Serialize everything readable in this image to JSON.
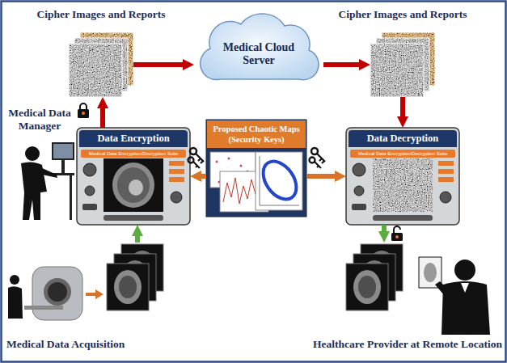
{
  "diagram": {
    "nodes": [
      {
        "text": [
          "Cipher Images and Reports"
        ]
      },
      {
        "text": [
          "Medical Cloud Server"
        ]
      },
      {
        "text": [
          "Cipher Images and Reports"
        ]
      },
      {
        "text": [
          "Data Encryption",
          "Medical Data Encryption/Decryption Suite"
        ]
      },
      {
        "text": [
          "Proposed Chaotic Maps (Security Keys)"
        ]
      },
      {
        "text": [
          "Data Decryption",
          "Medical Data Encryption/Decryption Suite"
        ]
      },
      {
        "text": [
          "Medical Data Acquisition"
        ]
      },
      {
        "text": [
          "Healthcare Provider at Remote Location"
        ]
      }
    ],
    "edges": [
      {
        "from": 0,
        "to": 1,
        "arrow": "to"
      },
      {
        "from": 1,
        "to": 2,
        "arrow": "to"
      },
      {
        "from": 3,
        "to": 0,
        "arrow": "to"
      },
      {
        "from": 2,
        "to": 5,
        "arrow": "to"
      },
      {
        "from": 4,
        "to": 3,
        "arrow": "to"
      },
      {
        "from": 4,
        "to": 5,
        "arrow": "to"
      },
      {
        "from": 6,
        "to": 3,
        "arrow": "to"
      },
      {
        "from": 5,
        "to": 7,
        "arrow": "to"
      }
    ],
    "labels": [
      "Medical Data Manager"
    ]
  }
}
